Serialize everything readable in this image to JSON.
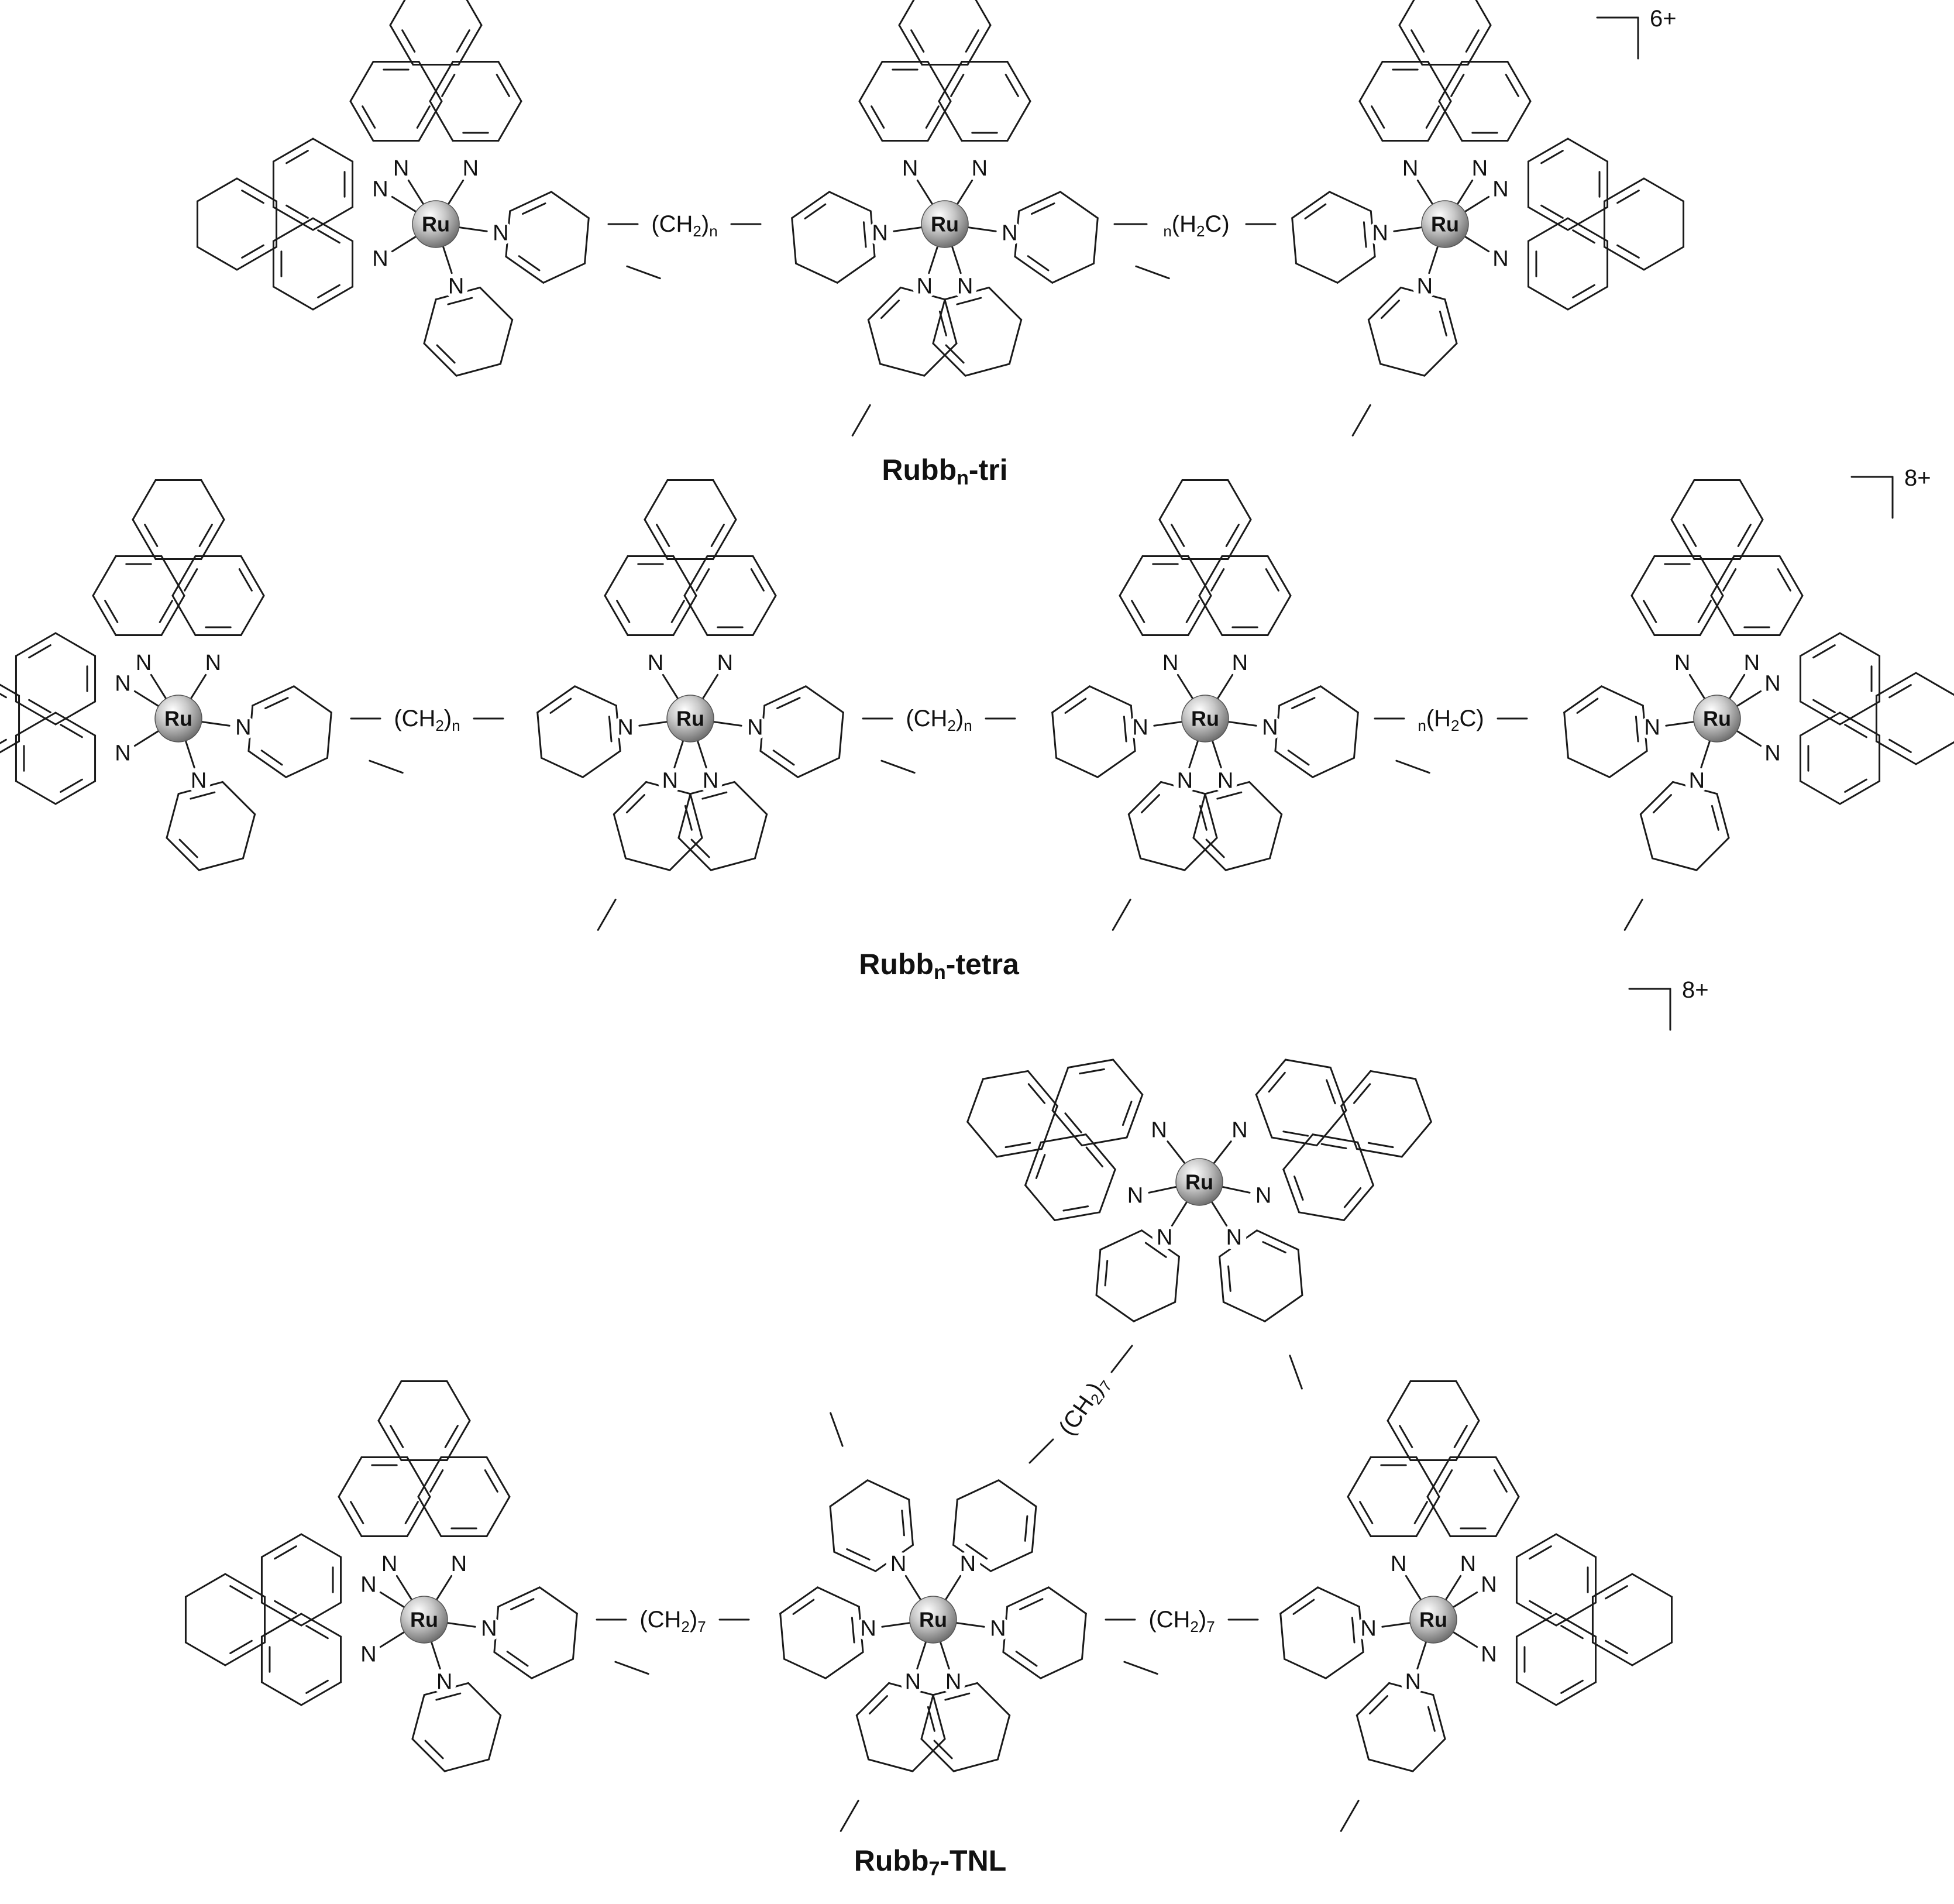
{
  "atoms": {
    "metal": "Ru",
    "nitrogen": "N"
  },
  "linkers": {
    "ch2n": {
      "main": "(CH",
      "sub": "2",
      "close": ")",
      "n": "n"
    },
    "h2cn": {
      "n": "n",
      "open": "(H",
      "sub": "2",
      "close": "C)"
    },
    "ch27": {
      "main": "(CH",
      "sub": "2",
      "close": ")",
      "n": "7"
    }
  },
  "compounds": [
    {
      "id": "tri",
      "name_main": "Rubb",
      "name_sub": "n",
      "name_suffix": "-tri",
      "charge": "6+"
    },
    {
      "id": "tetra",
      "name_main": "Rubb",
      "name_sub": "n",
      "name_suffix": "-tetra",
      "charge": "8+"
    },
    {
      "id": "tnl",
      "name_main": "Rubb",
      "name_sub": "7",
      "name_suffix": "-TNL",
      "charge": "8+"
    }
  ]
}
